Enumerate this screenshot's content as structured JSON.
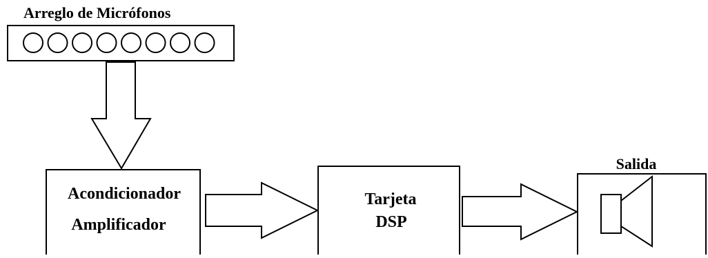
{
  "mic_array": {
    "title": "Arreglo de Micrófonos",
    "mic_count": 8
  },
  "conditioner": {
    "line1": "Acondicionador",
    "line2": "Amplificador"
  },
  "dsp": {
    "line1": "Tarjeta",
    "line2": "DSP"
  },
  "output": {
    "title": "Salida"
  },
  "colors": {
    "stroke": "#000000",
    "background": "#ffffff"
  }
}
